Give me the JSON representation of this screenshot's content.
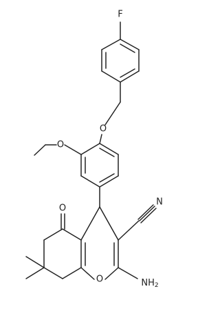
{
  "molecule": {
    "atoms": {
      "fluorine": "F",
      "ether_oxygen": "O",
      "methoxy_oxygen": "O",
      "ketone_oxygen": "O",
      "nitrile_nitrogen": "N",
      "ring_oxygen": "O",
      "amino_group": "NH2"
    },
    "bond_color": "#222222",
    "label_color": "#222222"
  }
}
